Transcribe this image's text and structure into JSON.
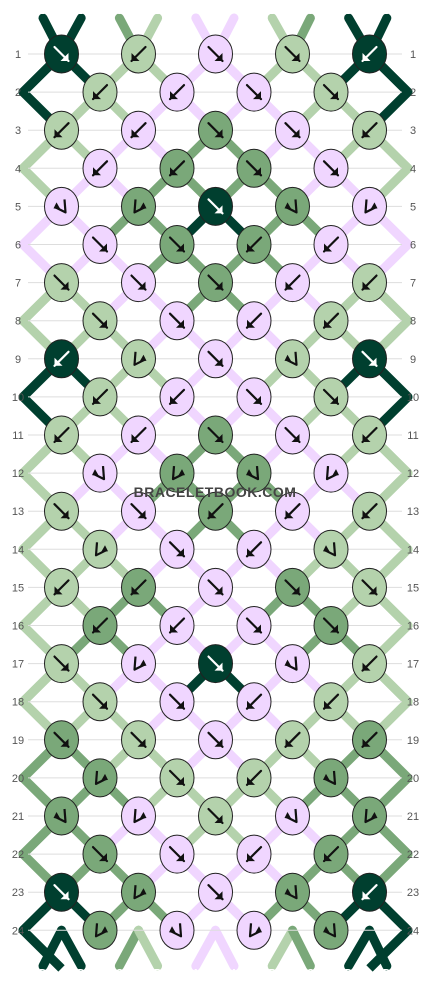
{
  "colors": {
    "D": "#003f2f",
    "C": "#7aa879",
    "B": "#b4d2ac",
    "A": "#f0d6ff"
  },
  "top_strands": [
    "D",
    "D",
    "C",
    "B",
    "A",
    "A",
    "B",
    "C",
    "D",
    "D"
  ],
  "bottom_strands": [
    "D",
    "D",
    "C",
    "B",
    "A",
    "A",
    "B",
    "C",
    "D",
    "D"
  ],
  "watermark": "BRACELETBOOK.COM",
  "rows": [
    {
      "n": "1",
      "knots": [
        [
          "D",
          "dr"
        ],
        [
          "B",
          "dl"
        ],
        [
          "A",
          "dr"
        ],
        [
          "B",
          "dr"
        ],
        [
          "D",
          "dl"
        ]
      ]
    },
    {
      "n": "2",
      "knots": [
        [
          "B",
          "dl"
        ],
        [
          "A",
          "dl"
        ],
        [
          "A",
          "dr"
        ],
        [
          "B",
          "dr"
        ]
      ]
    },
    {
      "n": "3",
      "knots": [
        [
          "B",
          "dl"
        ],
        [
          "A",
          "dl"
        ],
        [
          "C",
          "dr"
        ],
        [
          "A",
          "dr"
        ],
        [
          "B",
          "dl"
        ]
      ]
    },
    {
      "n": "4",
      "knots": [
        [
          "A",
          "dl"
        ],
        [
          "C",
          "dl"
        ],
        [
          "C",
          "dr"
        ],
        [
          "A",
          "dr"
        ]
      ]
    },
    {
      "n": "5",
      "knots": [
        [
          "A",
          "dfl"
        ],
        [
          "C",
          "dfr"
        ],
        [
          "D",
          "dr"
        ],
        [
          "C",
          "dfl"
        ],
        [
          "A",
          "dfr"
        ]
      ]
    },
    {
      "n": "6",
      "knots": [
        [
          "A",
          "dr"
        ],
        [
          "C",
          "dr"
        ],
        [
          "C",
          "dl"
        ],
        [
          "A",
          "dl"
        ]
      ]
    },
    {
      "n": "7",
      "knots": [
        [
          "B",
          "dr"
        ],
        [
          "A",
          "dr"
        ],
        [
          "C",
          "dr"
        ],
        [
          "A",
          "dl"
        ],
        [
          "B",
          "dl"
        ]
      ]
    },
    {
      "n": "8",
      "knots": [
        [
          "B",
          "dr"
        ],
        [
          "A",
          "dr"
        ],
        [
          "A",
          "dl"
        ],
        [
          "B",
          "dl"
        ]
      ]
    },
    {
      "n": "9",
      "knots": [
        [
          "D",
          "dl"
        ],
        [
          "B",
          "dfr"
        ],
        [
          "A",
          "dr"
        ],
        [
          "B",
          "dfl"
        ],
        [
          "D",
          "dr"
        ]
      ]
    },
    {
      "n": "10",
      "knots": [
        [
          "B",
          "dl"
        ],
        [
          "A",
          "dl"
        ],
        [
          "A",
          "dr"
        ],
        [
          "B",
          "dr"
        ]
      ]
    },
    {
      "n": "11",
      "knots": [
        [
          "B",
          "dl"
        ],
        [
          "A",
          "dl"
        ],
        [
          "C",
          "dr"
        ],
        [
          "A",
          "dr"
        ],
        [
          "B",
          "dl"
        ]
      ]
    },
    {
      "n": "12",
      "knots": [
        [
          "A",
          "dfl"
        ],
        [
          "C",
          "dfr"
        ],
        [
          "C",
          "dfl"
        ],
        [
          "A",
          "dfr"
        ]
      ]
    },
    {
      "n": "13",
      "knots": [
        [
          "B",
          "dr"
        ],
        [
          "A",
          "dr"
        ],
        [
          "C",
          "dl"
        ],
        [
          "A",
          "dl"
        ],
        [
          "B",
          "dl"
        ]
      ]
    },
    {
      "n": "14",
      "knots": [
        [
          "B",
          "dfr"
        ],
        [
          "A",
          "dr"
        ],
        [
          "A",
          "dl"
        ],
        [
          "B",
          "dfl"
        ]
      ]
    },
    {
      "n": "15",
      "knots": [
        [
          "B",
          "dl"
        ],
        [
          "C",
          "dl"
        ],
        [
          "A",
          "dr"
        ],
        [
          "C",
          "dr"
        ],
        [
          "B",
          "dr"
        ]
      ]
    },
    {
      "n": "16",
      "knots": [
        [
          "C",
          "dl"
        ],
        [
          "A",
          "dl"
        ],
        [
          "A",
          "dr"
        ],
        [
          "C",
          "dr"
        ]
      ]
    },
    {
      "n": "17",
      "knots": [
        [
          "B",
          "dr"
        ],
        [
          "A",
          "dfr"
        ],
        [
          "D",
          "dr"
        ],
        [
          "A",
          "dfl"
        ],
        [
          "B",
          "dl"
        ]
      ]
    },
    {
      "n": "18",
      "knots": [
        [
          "B",
          "dr"
        ],
        [
          "A",
          "dr"
        ],
        [
          "A",
          "dl"
        ],
        [
          "B",
          "dl"
        ]
      ]
    },
    {
      "n": "19",
      "knots": [
        [
          "C",
          "dr"
        ],
        [
          "B",
          "dr"
        ],
        [
          "A",
          "dr"
        ],
        [
          "B",
          "dl"
        ],
        [
          "C",
          "dl"
        ]
      ]
    },
    {
      "n": "20",
      "knots": [
        [
          "C",
          "dfr"
        ],
        [
          "B",
          "dr"
        ],
        [
          "B",
          "dl"
        ],
        [
          "C",
          "dfl"
        ]
      ]
    },
    {
      "n": "21",
      "knots": [
        [
          "C",
          "dfl"
        ],
        [
          "A",
          "dfr"
        ],
        [
          "B",
          "dr"
        ],
        [
          "A",
          "dfl"
        ],
        [
          "C",
          "dfr"
        ]
      ]
    },
    {
      "n": "22",
      "knots": [
        [
          "C",
          "dr"
        ],
        [
          "A",
          "dr"
        ],
        [
          "A",
          "dl"
        ],
        [
          "C",
          "dl"
        ]
      ]
    },
    {
      "n": "23",
      "knots": [
        [
          "D",
          "dr"
        ],
        [
          "C",
          "dfr"
        ],
        [
          "A",
          "dr"
        ],
        [
          "C",
          "dfl"
        ],
        [
          "D",
          "dl"
        ]
      ]
    },
    {
      "n": "24",
      "knots": [
        [
          "C",
          "dfr"
        ],
        [
          "A",
          "dfl"
        ],
        [
          "A",
          "dfr"
        ],
        [
          "C",
          "dfl"
        ]
      ]
    }
  ]
}
